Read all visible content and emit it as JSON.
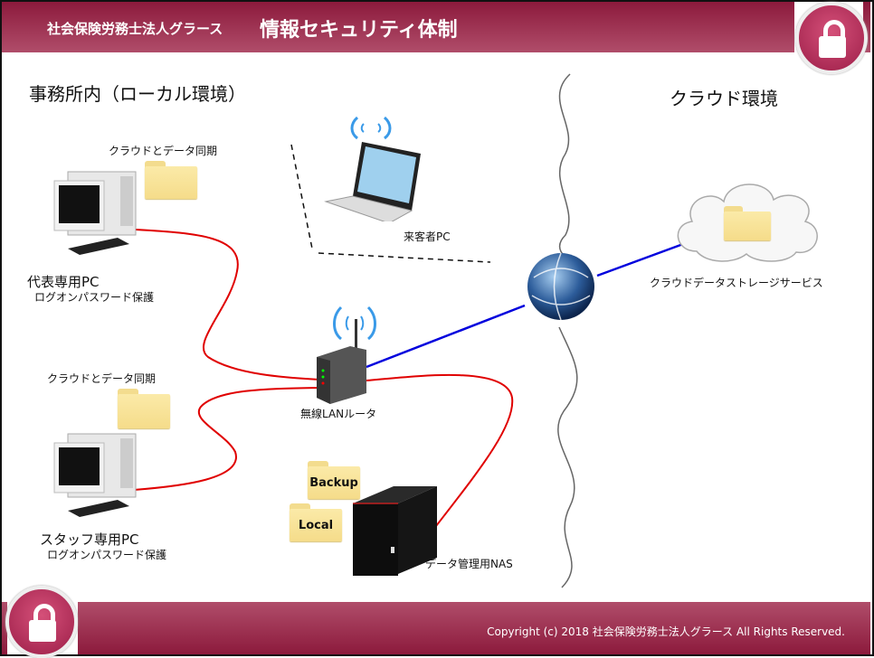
{
  "header": {
    "organization": "社会保険労務士法人グラース",
    "title": "情報セキュリティ体制"
  },
  "footer": {
    "copyright": "Copyright (c) 2018 社会保険労務士法人グラース All Rights Reserved."
  },
  "sections": {
    "local": "事務所内（ローカル環境）",
    "cloud": "クラウド環境"
  },
  "nodes": {
    "rep_pc": {
      "name": "代表専用PC",
      "note": "ログオンパスワード保護",
      "folder_caption": "クラウドとデータ同期"
    },
    "staff_pc": {
      "name": "スタッフ専用PC",
      "note": "ログオンパスワード保護",
      "folder_caption": "クラウドとデータ同期"
    },
    "guest_pc": {
      "name": "来客者PC"
    },
    "router": {
      "name": "無線LANルータ"
    },
    "nas": {
      "name": "データ管理用NAS",
      "folders": [
        "Backup",
        "Local"
      ]
    },
    "cloud_storage": {
      "name": "クラウドデータストレージサービス"
    }
  },
  "icons": {
    "lock": "lock-icon",
    "desktop": "desktop-pc-icon",
    "laptop": "laptop-icon",
    "router": "wireless-router-icon",
    "nas": "nas-icon",
    "globe": "internet-globe-icon",
    "cloud": "cloud-icon",
    "folder": "folder-icon",
    "wifi": "wifi-signal-icon"
  },
  "colors": {
    "brand": "#8c1a3c",
    "brand_light": "#b04d6a",
    "lan_wire": "#e00000",
    "wan_wire": "#0000dd",
    "folder": "#f8e39a"
  }
}
